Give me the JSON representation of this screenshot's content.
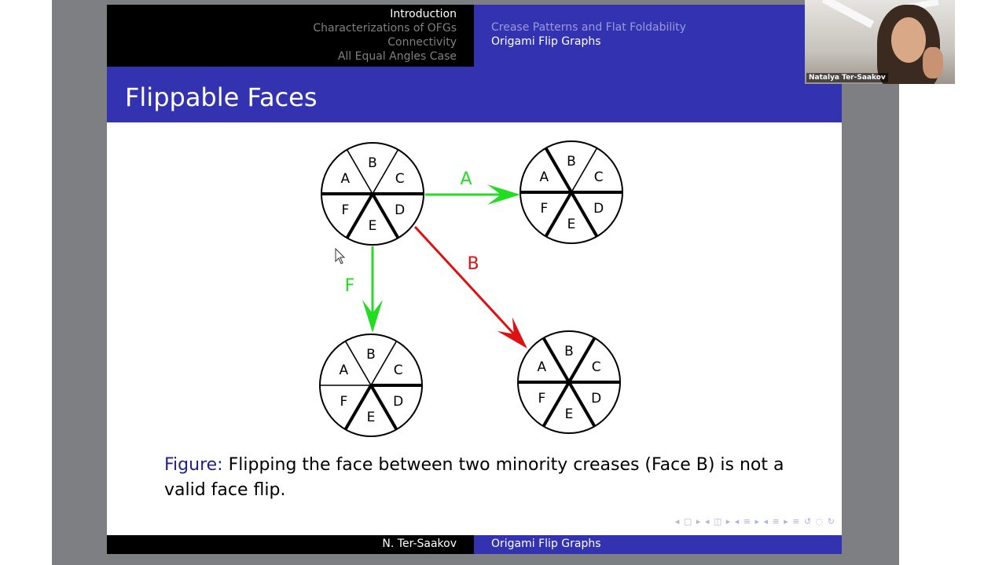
{
  "headline": {
    "sections_left": [
      {
        "label": "Introduction",
        "active": true
      },
      {
        "label": "Characterizations of OFGs",
        "active": false
      },
      {
        "label": "Connectivity",
        "active": false
      },
      {
        "label": "All Equal Angles Case",
        "active": false
      }
    ],
    "subsections_right": [
      {
        "label": "Crease Patterns and Flat Foldability",
        "active": false
      },
      {
        "label": "Origami Flip Graphs",
        "active": true
      }
    ]
  },
  "frame_title": "Flippable Faces",
  "diagram": {
    "vertices": [
      {
        "name": "original",
        "faces": [
          "A",
          "B",
          "C",
          "D",
          "E",
          "F"
        ],
        "bold_rays": [
          3,
          4,
          5,
          6,
          0
        ]
      },
      {
        "name": "flip-a",
        "faces": [
          "A",
          "B",
          "C",
          "D",
          "E",
          "F"
        ],
        "bold_rays": [
          0,
          2,
          3,
          4,
          5
        ]
      },
      {
        "name": "flip-f",
        "faces": [
          "A",
          "B",
          "C",
          "D",
          "E",
          "F"
        ],
        "bold_rays": [
          0,
          4,
          5
        ]
      },
      {
        "name": "flip-b",
        "faces": [
          "A",
          "B",
          "C",
          "D",
          "E",
          "F"
        ],
        "bold_rays": [
          0,
          1,
          2,
          3,
          4,
          5
        ]
      }
    ],
    "arrows": [
      {
        "label": "A",
        "color": "#22dd22"
      },
      {
        "label": "F",
        "color": "#22dd22"
      },
      {
        "label": "B",
        "color": "#dd1111"
      }
    ]
  },
  "caption": {
    "label": "Figure:",
    "text": "Flipping the face between two minority creases (Face B) is not a valid face flip."
  },
  "footer": {
    "author": "N. Ter-Saakov",
    "title": "Origami Flip Graphs"
  },
  "video": {
    "participant_name": "Natalya Ter-Saakov"
  },
  "colors": {
    "beamer_blue": "#3333b2",
    "valid_arrow": "#22dd22",
    "invalid_arrow": "#dd1111"
  }
}
